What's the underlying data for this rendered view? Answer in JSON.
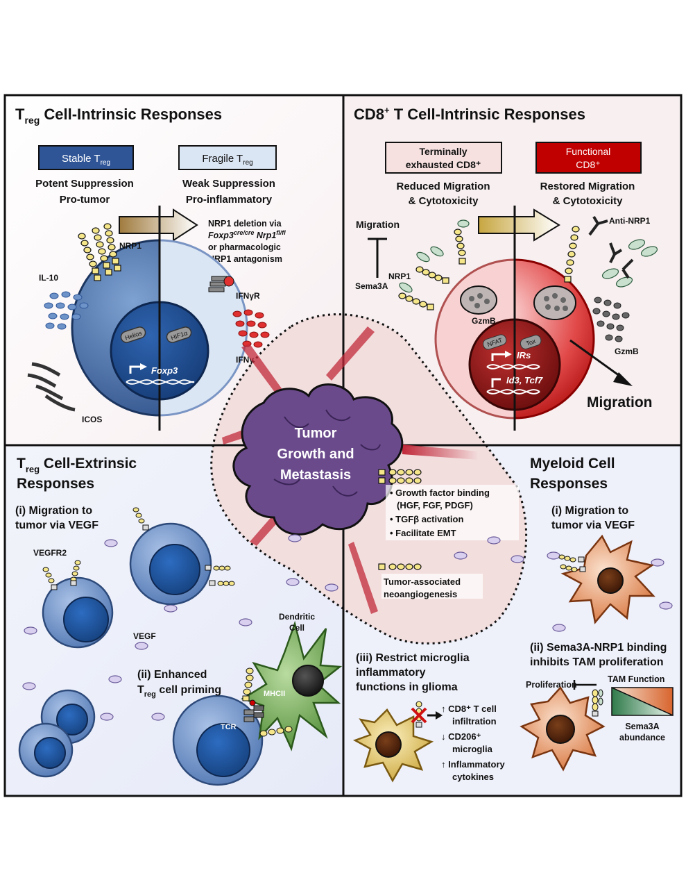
{
  "panels": {
    "treg_intrinsic": {
      "title_main": "T",
      "title_sub": "reg",
      "title_rest": " Cell-Intrinsic Responses",
      "stable_box_main": "Stable T",
      "stable_box_sub": "reg",
      "fragile_box_main": "Fragile T",
      "fragile_box_sub": "reg",
      "stable_desc_1": "Potent Suppression",
      "stable_desc_2": "Pro-tumor",
      "fragile_desc_1": "Weak Suppression",
      "fragile_desc_2": "Pro-inflammatory",
      "deletion_1": "NRP1 deletion via",
      "deletion_2_a": "Foxp3",
      "deletion_2_b": "cre/cre",
      "deletion_2_c": " Nrp1",
      "deletion_2_d": "fl/fl",
      "deletion_3": "or pharmacologic",
      "deletion_4": "NRP1 antagonism",
      "label_nrp1": "NRP1",
      "label_il10": "IL-10",
      "label_ifngr": "IFNγR",
      "label_ifng": "IFNγ",
      "label_icos": "ICOS",
      "label_helios": "Helios",
      "label_hif1a": "HIF1α",
      "label_foxp3": "Foxp3"
    },
    "cd8_intrinsic": {
      "title_main": "CD8",
      "title_sup": "+",
      "title_rest": " T Cell-Intrinsic Responses",
      "exhausted_1": "Terminally",
      "exhausted_2": "exhausted CD8⁺",
      "functional_1": "Functional",
      "functional_2": "CD8⁺",
      "exh_desc_1": "Reduced Migration",
      "exh_desc_2": "& Cytotoxicity",
      "func_desc_1": "Restored Migration",
      "func_desc_2": "& Cytotoxicity",
      "label_migration_small": "Migration",
      "label_sema3a": "Sema3A",
      "label_nrp1": "NRP1",
      "label_gzmb_left": "GzmB",
      "label_gzmb_right": "GzmB",
      "label_anti_nrp1": "Anti-NRP1",
      "label_nfat": "NFAT",
      "label_tox": "Tox",
      "label_irs": "IRs",
      "label_id3": "Id3, Tcf7",
      "label_migration_big": "Migration"
    },
    "treg_extrinsic": {
      "title_1_main": "T",
      "title_1_sub": "reg",
      "title_1_rest": " Cell-Extrinsic",
      "title_2": "Responses",
      "migration_1": "(i) Migration to",
      "migration_2": "tumor via VEGF",
      "label_vegfr2": "VEGFR2",
      "label_vegf": "VEGF",
      "priming_1": "(ii) Enhanced",
      "priming_2_main": "T",
      "priming_2_sub": "reg",
      "priming_2_rest": " cell priming",
      "label_dendritic_1": "Dendritic",
      "label_dendritic_2": "Cell",
      "label_mhcii": "MHCII",
      "label_tcr": "TCR"
    },
    "myeloid": {
      "title_1": "Myeloid Cell",
      "title_2": "Responses",
      "migration_1": "(i) Migration to",
      "migration_2": "tumor via VEGF",
      "sema_1": "(ii) Sema3A-NRP1 binding",
      "sema_2": "inhibits TAM proliferation",
      "label_proliferation": "Proliferation",
      "label_tam_function": "TAM Function",
      "label_sema_abund_1": "Sema3A",
      "label_sema_abund_2": "abundance",
      "microglia_1": "(iii) Restrict microglia",
      "microglia_2": "inflammatory",
      "microglia_3": "functions in glioma",
      "effect_1a": "↑ CD8⁺ T cell",
      "effect_1b": "infiltration",
      "effect_2a": "↓ CD206⁺",
      "effect_2b": "microglia",
      "effect_3a": "↑ Inflammatory",
      "effect_3b": "cytokines"
    },
    "tumor": {
      "center_1": "Tumor",
      "center_2": "Growth and",
      "center_3": "Metastasis",
      "bullets": [
        "• Growth factor binding",
        "(HGF, FGF, PDGF)",
        "• TGFβ activation",
        "• Facilitate EMT"
      ],
      "angio_1": "Tumor-associated",
      "angio_2": "neoangiogenesis"
    }
  },
  "colors": {
    "stable_treg": "#2f5597",
    "fragile_treg": "#dbe6f4",
    "exhausted_cd8": "#f6e0e0",
    "functional_cd8": "#c00000",
    "tumor": "#6b4a8c",
    "dendritic": "#5f9a43",
    "tam": "#d9753a",
    "microglia": "#d9b54a"
  }
}
